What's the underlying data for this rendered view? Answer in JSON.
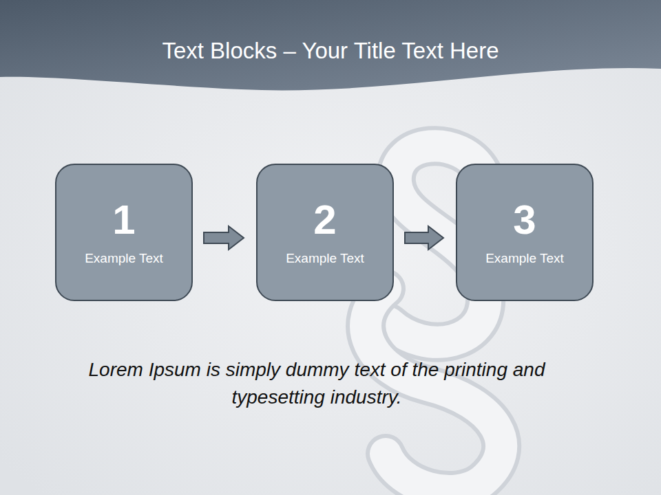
{
  "diagram": {
    "title": "Text Blocks – Your Title Text Here",
    "caption": "Lorem Ipsum is simply dummy text of the printing and typesetting industry.",
    "nodes": [
      {
        "text": [
          "1",
          "Example Text"
        ]
      },
      {
        "text": [
          "2",
          "Example Text"
        ]
      },
      {
        "text": [
          "3",
          "Example Text"
        ]
      }
    ],
    "edges": [
      {
        "from": 0,
        "to": 1,
        "arrow": "to"
      },
      {
        "from": 1,
        "to": 2,
        "arrow": "to"
      }
    ]
  }
}
